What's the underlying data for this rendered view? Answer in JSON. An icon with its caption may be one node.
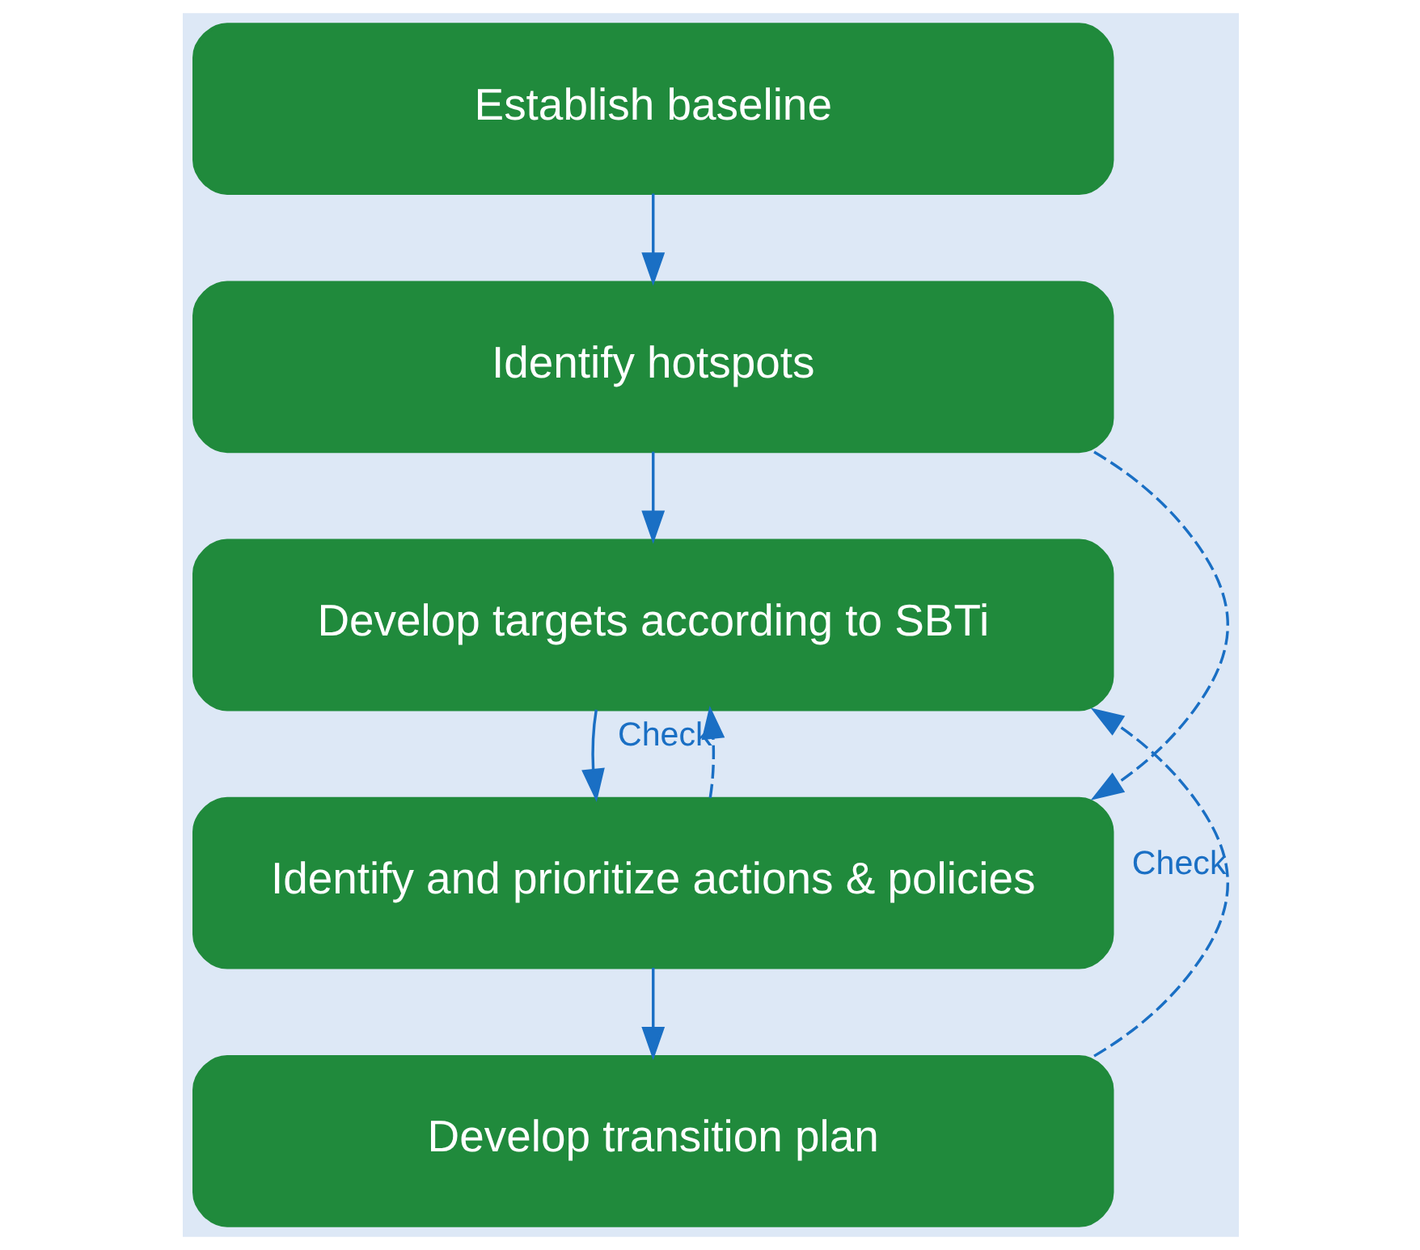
{
  "diagram": {
    "nodes": [
      {
        "text": [
          "Establish baseline"
        ]
      },
      {
        "text": [
          "Identify hotspots"
        ]
      },
      {
        "text": [
          "Develop targets according to SBTi"
        ]
      },
      {
        "text": [
          "Identify and prioritize actions & policies"
        ]
      },
      {
        "text": [
          "Develop transition plan"
        ]
      }
    ],
    "edges": [
      {
        "from": 0,
        "to": 1,
        "arrow": "to"
      },
      {
        "from": 1,
        "to": 2,
        "arrow": "to"
      },
      {
        "from": 2,
        "to": 3,
        "arrow": "to"
      },
      {
        "from": 3,
        "to": 4,
        "arrow": "to"
      },
      {
        "from": 1,
        "to": 3,
        "arrow": "to",
        "style": "dashed"
      },
      {
        "from": 3,
        "to": 2,
        "arrow": "to",
        "style": "dashed",
        "label": "Check"
      },
      {
        "from": 4,
        "to": 2,
        "arrow": "to",
        "style": "dashed",
        "label": "Check"
      }
    ]
  }
}
